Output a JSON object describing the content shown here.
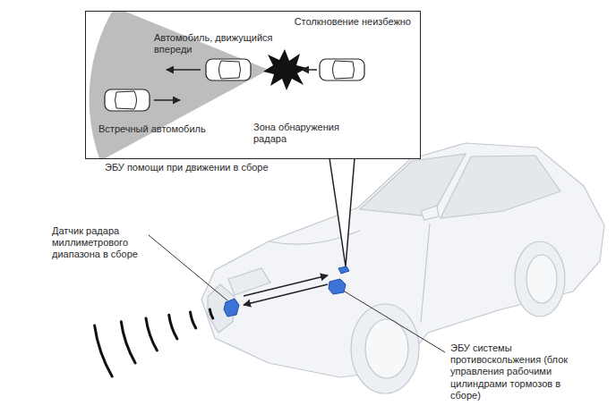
{
  "diagram": {
    "nodes": [
      {
        "text": [
          "Столкновение неизбежно"
        ]
      }
    ],
    "labels": [
      "Автомобиль, движущийся впереди",
      "Зона обнаружения радара",
      "Встречный автомобиль",
      "ЭБУ помощи при движении в сборе",
      "Датчик радара миллиметрового диапазона в сборе",
      "ЭБУ системы противоскольжения (блок управления рабочими цилиндрами тормозов в сборе)"
    ]
  }
}
